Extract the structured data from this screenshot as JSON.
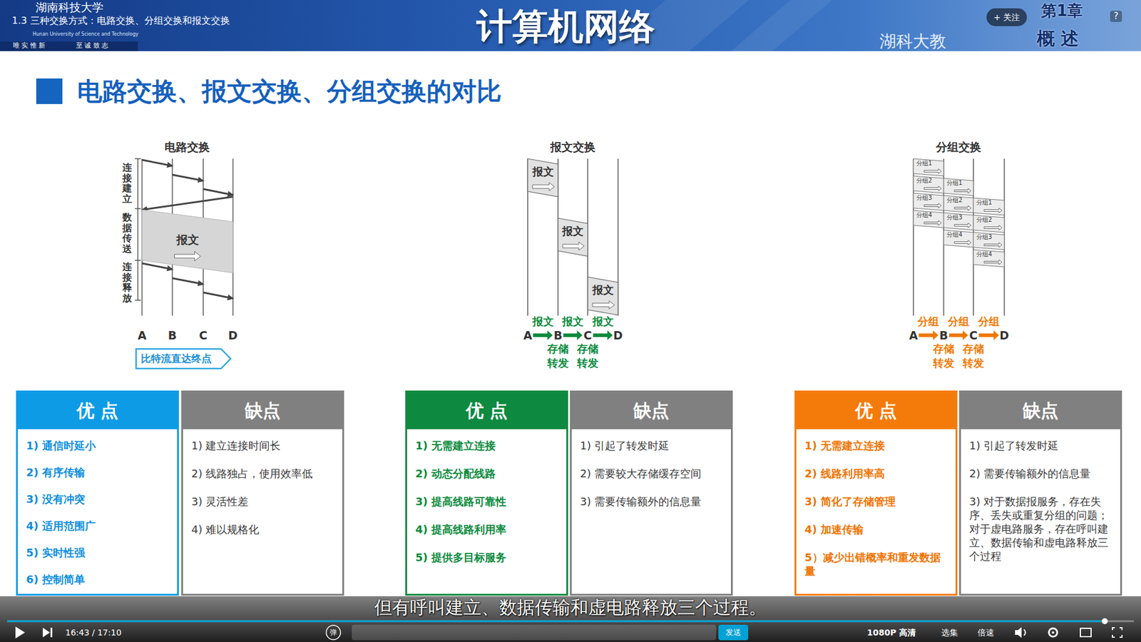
{
  "diagram": {
    "title": "电路交换、报文交换、分组交换的对比",
    "nodes": [
      {
        "text": [
          "报文"
        ]
      },
      {
        "text": [
          "比特流直达终点"
        ]
      },
      {
        "text": [
          "报文"
        ]
      },
      {
        "text": [
          "报文"
        ]
      },
      {
        "text": [
          "报文"
        ]
      },
      {
        "text": [
          "分组1"
        ]
      },
      {
        "text": [
          "分组2"
        ]
      },
      {
        "text": [
          "分组3"
        ]
      },
      {
        "text": [
          "分组4"
        ]
      },
      {
        "text": [
          "分组1"
        ]
      },
      {
        "text": [
          "分组2"
        ]
      },
      {
        "text": [
          "分组3"
        ]
      },
      {
        "text": [
          "分组4"
        ]
      },
      {
        "text": [
          "分组1"
        ]
      },
      {
        "text": [
          "分组2"
        ]
      },
      {
        "text": [
          "分组3"
        ]
      },
      {
        "text": [
          "分组4"
        ]
      },
      {
        "text": [
          "优 点",
          "1) 通信时延小",
          "2) 有序传输",
          "3) 没有冲突",
          "4) 适用范围广",
          "5) 实时性强",
          "6) 控制简单"
        ]
      },
      {
        "text": [
          "缺点",
          "1) 建立连接时间长",
          "2) 线路独占，使用效率低",
          "3) 灵活性差",
          "4) 难以规格化"
        ]
      },
      {
        "text": [
          "优 点",
          "1) 无需建立连接",
          "2) 动态分配线路",
          "3) 提高线路可靠性",
          "4) 提高线路利用率",
          "5) 提供多目标服务"
        ]
      },
      {
        "text": [
          "缺点",
          "1) 引起了转发时延",
          "2) 需要较大存储缓存空间",
          "3) 需要传输额外的信息量"
        ]
      },
      {
        "text": [
          "优 点",
          "1) 无需建立连接",
          "2) 线路利用率高",
          "3) 简化了存储管理",
          "4) 加速传输",
          "5）减少出错概率和重发数据量"
        ]
      },
      {
        "text": [
          "缺点",
          "1) 引起了转发时延",
          "2) 需要传输额外的信息量",
          "3) 对于数据报服务，存在失序、丢失或重复分组的问题；对于虚电路服务，存在呼叫建立、数据传输和虚电路释放三个过程"
        ]
      },
      {
        "text": [
          "+ 关注"
        ]
      },
      {
        "text": [
          "发送"
        ]
      }
    ],
    "labels": [
      "1.3 三种交换方式：电路交换、分组交换和报文交换",
      "湖南科技大学",
      "Hunan University of Science and Technology",
      "唯 实 惟 新",
      "至 诚 致 志",
      "计算机网络",
      "湖科大教",
      "第1章",
      "概 述",
      "?",
      "电路交换",
      "连接建立",
      "数据传送",
      "连接释放",
      "A",
      "B",
      "C",
      "D",
      "报文交换",
      "报文",
      "报文",
      "报文",
      "A",
      "B",
      "C",
      "D",
      "存储",
      "转发",
      "存储",
      "转发",
      "分组交换",
      "分组",
      "分组",
      "分组",
      "A",
      "B",
      "C",
      "D",
      "存储",
      "转发",
      "存储",
      "转发",
      "但有呼叫建立、数据传输和虚电路释放三个过程。",
      "16:43 / 17:10",
      "弹",
      "1080P 高清",
      "选集",
      "倍速"
    ]
  }
}
